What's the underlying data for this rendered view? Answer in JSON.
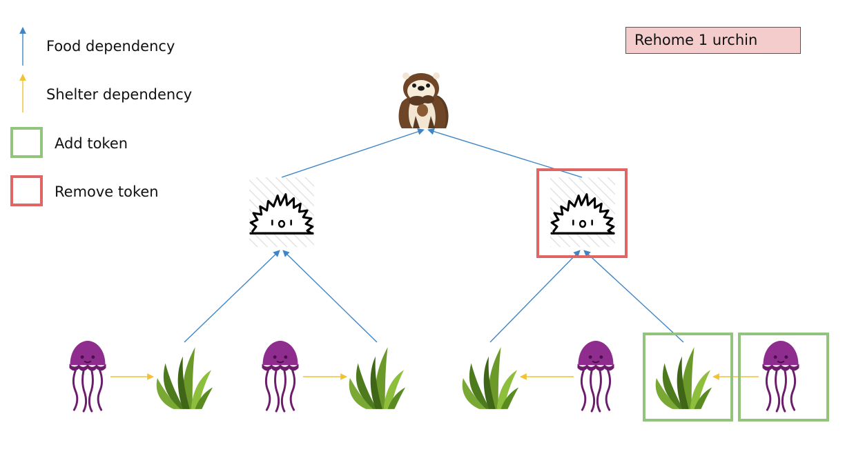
{
  "legend": {
    "food": "Food dependency",
    "shelter": "Shelter dependency",
    "add": "Add token",
    "remove": "Remove token"
  },
  "action_label": "Rehome 1 urchin",
  "colors": {
    "food_arrow": "#3d85c6",
    "shelter_arrow": "#f1c232",
    "add_box": "#93c47d",
    "remove_box": "#e06666",
    "action_bg": "#f4cccc",
    "jellyfish": "#8e2d8e",
    "kelp": "#6aa84f"
  },
  "nodes": {
    "top": "sea-otter-icon",
    "middle": [
      "sea-urchin-icon",
      "sea-urchin-icon"
    ],
    "bottom": [
      "jellyfish-icon",
      "kelp-icon",
      "jellyfish-icon",
      "kelp-icon",
      "kelp-icon",
      "jellyfish-icon",
      "kelp-icon",
      "jellyfish-icon"
    ]
  }
}
